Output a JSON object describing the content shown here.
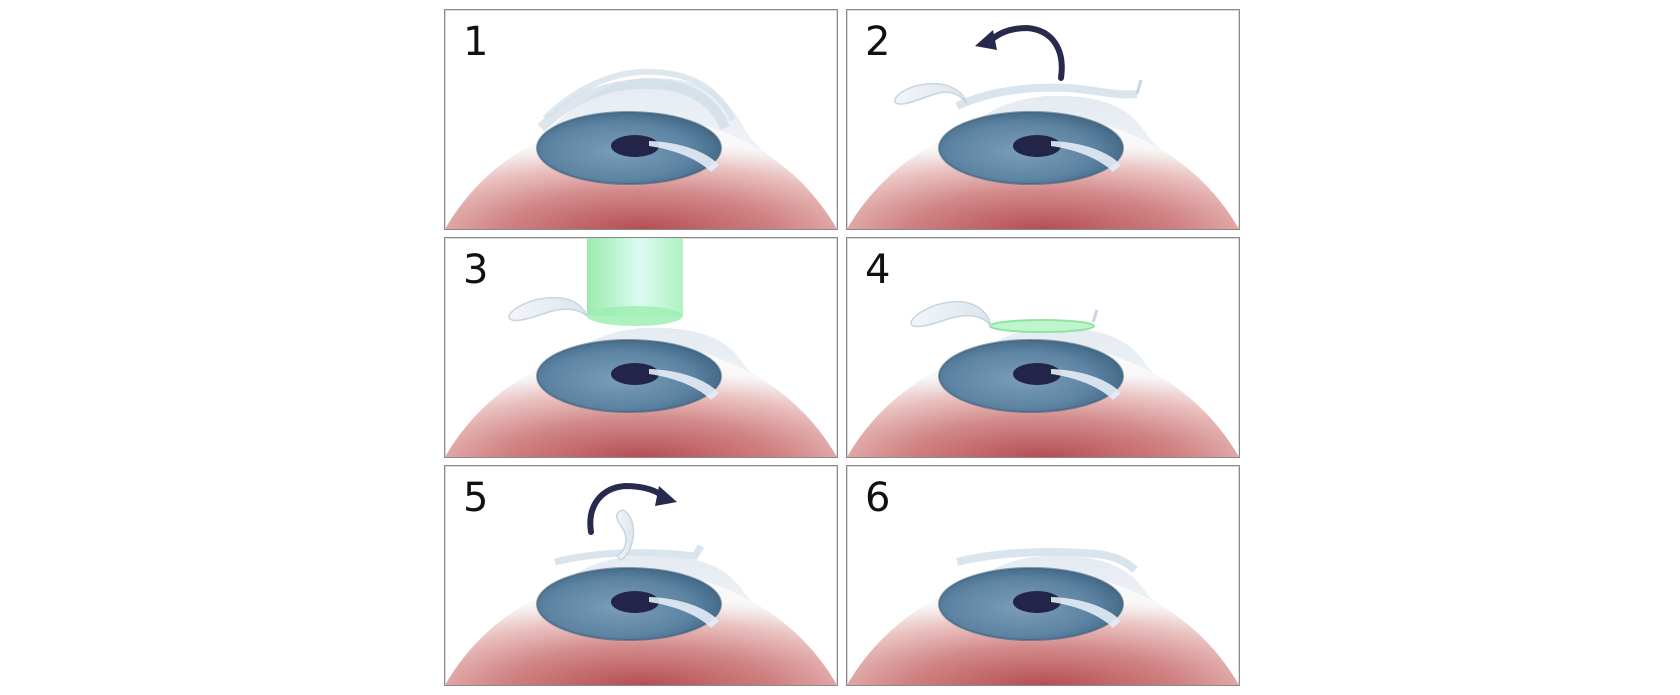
{
  "figure": {
    "title": "Six-step corneal flap laser procedure illustration",
    "layout": {
      "rows": 3,
      "cols": 2
    },
    "colors": {
      "border": "#8a8a8a",
      "sclera_red": "#b85a5e",
      "sclera_light": "#d88a8c",
      "iris_blue": "#5e86a3",
      "iris_dark": "#3f6583",
      "pupil": "#232548",
      "cornea_film": "#e8eef4",
      "laser_green": "#9ff0b4",
      "arrow_navy": "#272a4d"
    },
    "panels": [
      {
        "step": "1",
        "description": "Intact cornea over the eye",
        "flap": "none",
        "arrow": "none",
        "laser": "none"
      },
      {
        "step": "2",
        "description": "Corneal flap lifted and folded back",
        "flap": "folded-left",
        "arrow": "curved-left",
        "laser": "none"
      },
      {
        "step": "3",
        "description": "Laser beam applied to exposed stroma",
        "flap": "folded-left",
        "arrow": "none",
        "laser": "beam"
      },
      {
        "step": "4",
        "description": "Reshaped corneal surface after laser",
        "flap": "folded-left",
        "arrow": "none",
        "laser": "treated-zone"
      },
      {
        "step": "5",
        "description": "Flap being returned into place",
        "flap": "returning",
        "arrow": "curved-right",
        "laser": "none"
      },
      {
        "step": "6",
        "description": "Flap repositioned, procedure complete",
        "flap": "replaced",
        "arrow": "none",
        "laser": "none"
      }
    ]
  }
}
